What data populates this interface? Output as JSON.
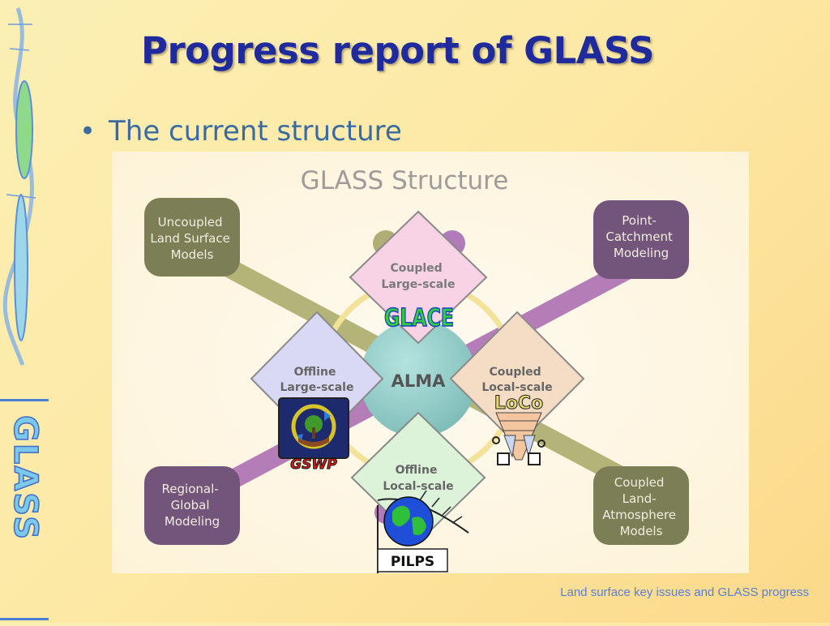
{
  "slide": {
    "title": "Progress report of GLASS",
    "bullet": "The current structure",
    "footer": "Land surface key issues and GLASS progress",
    "sidebar_logo": "GLASS"
  },
  "diagram": {
    "title": "GLASS Structure",
    "center": "ALMA",
    "corners": {
      "top_left": [
        "Uncoupled",
        "Land Surface",
        "Models"
      ],
      "top_right": [
        "Point-",
        "Catchment",
        "Modeling"
      ],
      "bottom_left": [
        "Regional-",
        "Global",
        "Modeling"
      ],
      "bottom_right": [
        "Coupled",
        "Land-",
        "Atmosphere",
        "Models"
      ]
    },
    "diamonds": {
      "top": [
        "Coupled",
        "Large-scale"
      ],
      "left": [
        "Offline",
        "Large-scale"
      ],
      "right": [
        "Coupled",
        "Local-scale"
      ],
      "bottom": [
        "Offline",
        "Local-scale"
      ]
    },
    "logos": {
      "glace": "GLACE",
      "gswp": "GSWP",
      "loco": "LoCo",
      "pilps": "PILPS"
    }
  },
  "colors": {
    "title": "#1f2a9c",
    "bullet": "#3a6aa0",
    "olive_box": "#7c7e55",
    "purple_box": "#73547a",
    "diamond_top": "#f7d3e5",
    "diamond_left": "#d9d8f5",
    "diamond_right": "#f5dcc4",
    "diamond_bottom": "#dcf3da",
    "alma": "#8ec8c4"
  }
}
